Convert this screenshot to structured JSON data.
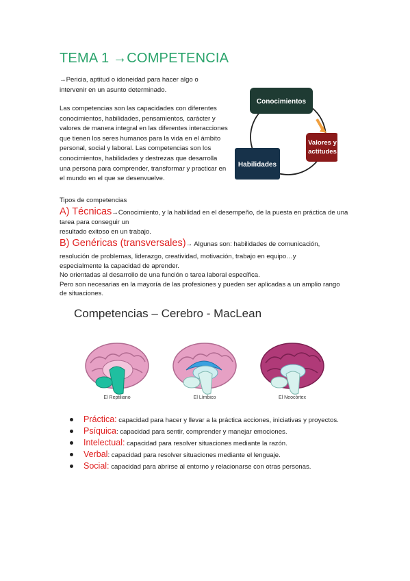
{
  "title": "TEMA 1 →COMPETENCIA",
  "definition": "→Pericia, aptitud o idoneidad para hacer algo o intervenir en un asunto determinado.",
  "paragraph": "Las competencias son las capacidades con diferentes conocimientos, habilidades, pensamientos, carácter y valores de manera integral en las diferentes interacciones que tienen los seres humanos para la vida en el ámbito personal, social y laboral. Las competencias son los conocimientos, habilidades y destrezas que desarrolla una persona para comprender, transformar y practicar en el mundo en el que se desenvuelve.",
  "diagram": {
    "conocimientos": "Conocimientos",
    "valores": "Valores y actitudes",
    "habilidades": "Habilidades",
    "colors": {
      "conocimientos": "#1f3b33",
      "valores": "#8b1a1a",
      "habilidades": "#17324a",
      "arrow": "#f0a040",
      "ring": "#222222"
    }
  },
  "types_heading": "Tipos de competencias",
  "tech": {
    "label": "A) Técnicas",
    "text_line1": "→Conocimiento, y la habilidad en el desempeño, de la puesta en práctica de una tarea para conseguir un",
    "text_line2": "resultado exitoso en un trabajo."
  },
  "generic": {
    "label": "B) Genéricas (transversales)",
    "text_line1": "→ Algunas son: habilidades de comunicación,",
    "rest": [
      "resolución de problemas, liderazgo, creatividad, motivación, trabajo en equipo…y",
      "especialmente la capacidad de aprender.",
      "No orientadas al desarrollo de una función o tarea laboral específica.",
      "Pero son necesarias en la mayoría de las profesiones y pueden ser aplicadas a un amplio rango",
      "de situaciones."
    ]
  },
  "brain_figure": {
    "title": "Competencias – Cerebro - MacLean",
    "labels": [
      "El Reptiliano",
      "El Límbico",
      "El Neocórtex"
    ],
    "colors": {
      "cortex": "#e6a0c4",
      "cortex_dark": "#b03a78",
      "limbic": "#3aa0e0",
      "reptile": "#1fbfa0"
    }
  },
  "bullets": [
    {
      "keyword": "Práctica:",
      "text": " capacidad para hacer y llevar a la práctica acciones, iniciativas y proyectos."
    },
    {
      "keyword": "Psíquica",
      "text": ": capacidad para sentir, comprender y manejar emociones."
    },
    {
      "keyword": "Intelectual:",
      "text": " capacidad para resolver situaciones mediante la razón."
    },
    {
      "keyword": "Verbal",
      "text": ": capacidad para resolver situaciones mediante el lenguaje."
    },
    {
      "keyword": "Social:",
      "text": " capacidad para abrirse al entorno y relacionarse con otras personas."
    }
  ]
}
